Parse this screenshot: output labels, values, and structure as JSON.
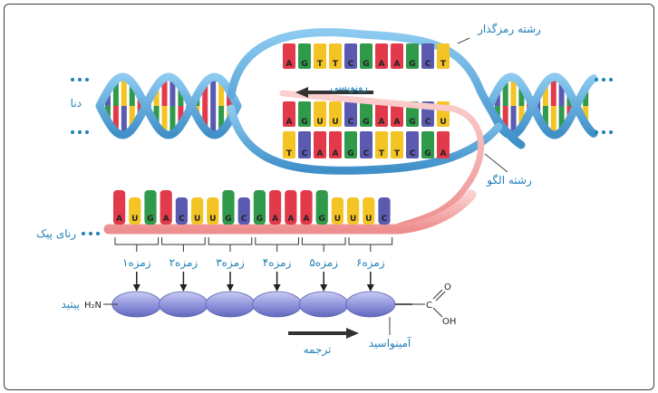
{
  "labels": {
    "dna": "دنا",
    "coding_strand": "رشته رمزگذار",
    "template_strand": "رشته الگو",
    "transcription": "رونویسی",
    "mrna": "رنای پیک",
    "peptide": "پیتید",
    "amino_acid": "آمینواسید",
    "translation": "ترجمه",
    "n_terminus": "H₂N",
    "carboxyl_o": "O",
    "carboxyl_oh": "OH",
    "carboxyl_c": "C"
  },
  "coding_bases": [
    "A",
    "G",
    "T",
    "T",
    "C",
    "G",
    "A",
    "A",
    "G",
    "C",
    "T"
  ],
  "rna_bubble_bases": [
    "A",
    "G",
    "U",
    "U",
    "C",
    "G",
    "A",
    "A",
    "G",
    "C",
    "U"
  ],
  "template_bases": [
    "T",
    "C",
    "A",
    "A",
    "G",
    "C",
    "T",
    "T",
    "C",
    "G",
    "A"
  ],
  "mrna_bases": [
    "A",
    "U",
    "G",
    "A",
    "C",
    "U",
    "U",
    "G",
    "C",
    "G",
    "A",
    "A",
    "A",
    "G",
    "U",
    "U",
    "U",
    "C"
  ],
  "codons": [
    "زمزه۱",
    "زمزه۲",
    "زمزه۳",
    "زمزه۴",
    "زمزه۵",
    "زمزه۶"
  ],
  "colors": {
    "backbone_blue": "#5aa9dc",
    "backbone_pink": "#f08a8a",
    "A": "#e23a4a",
    "G": "#2f9a4a",
    "T": "#f3c423",
    "C": "#5a5ab0",
    "U": "#f3c423",
    "bead": "#8a8fd8"
  }
}
